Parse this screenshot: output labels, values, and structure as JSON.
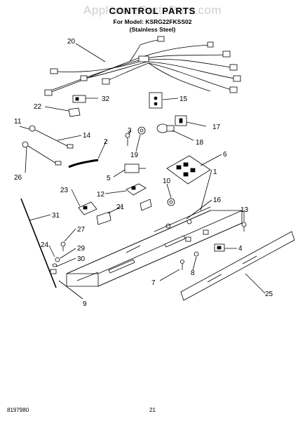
{
  "watermark": "AppliancePartsPros.com",
  "title": "CONTROL PARTS",
  "model_line": "For Model: KSRG22FKSS02",
  "variant_line": "(Stainless Steel)",
  "footer": {
    "doc_number": "8197980",
    "page_number": "21"
  },
  "callouts": {
    "c1": "1",
    "c2": "2",
    "c3": "3",
    "c4": "4",
    "c5": "5",
    "c6": "6",
    "c7": "7",
    "c8": "8",
    "c9": "9",
    "c10": "10",
    "c11": "11",
    "c12": "12",
    "c13": "13",
    "c14": "14",
    "c15": "15",
    "c16": "16",
    "c17": "17",
    "c18": "18",
    "c19": "19",
    "c20": "20",
    "c21": "21",
    "c22": "22",
    "c23": "23",
    "c24": "24",
    "c25": "25",
    "c26": "26",
    "c27": "27",
    "c29": "29",
    "c30": "30",
    "c31": "31",
    "c32": "32"
  }
}
